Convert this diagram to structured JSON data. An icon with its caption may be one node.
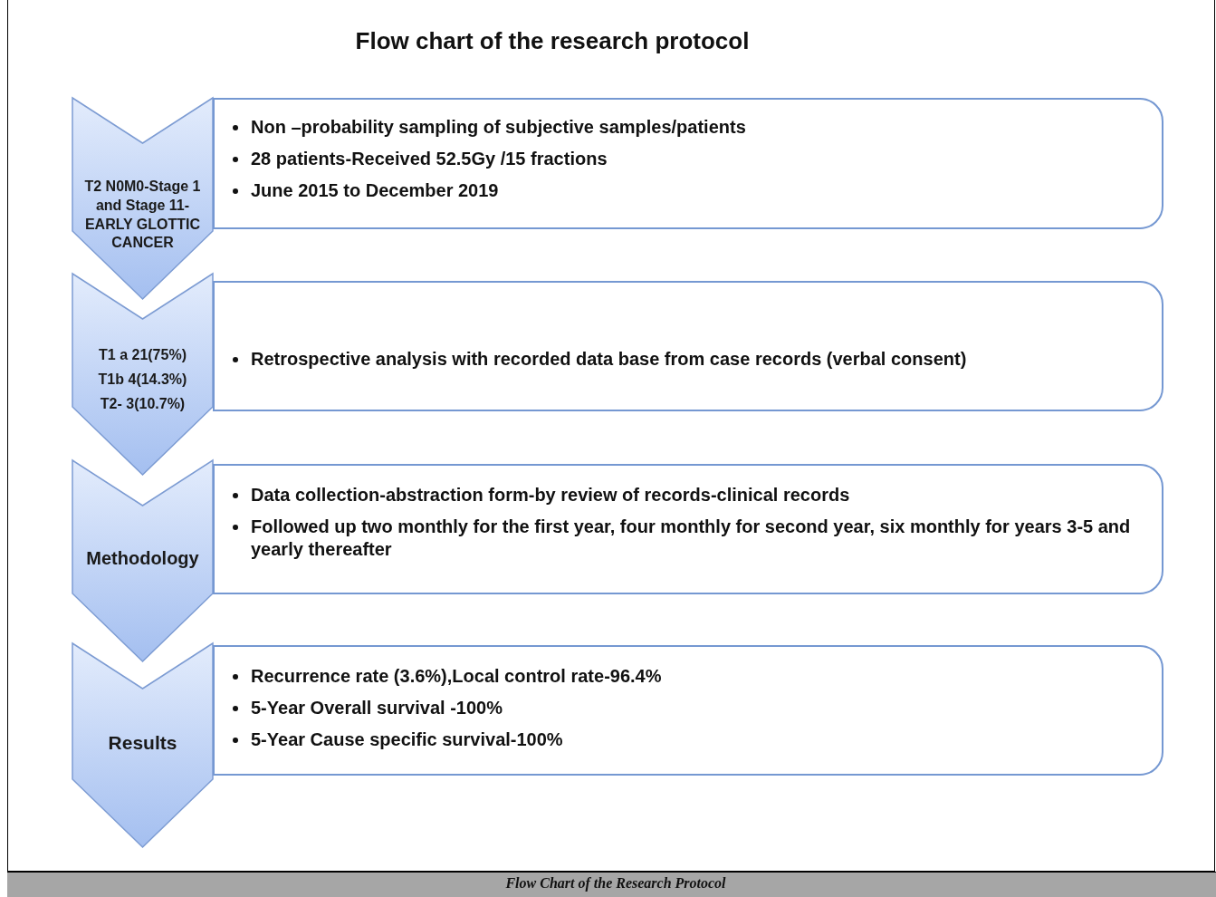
{
  "diagram": {
    "title": "Flow chart of the research protocol",
    "caption": "Flow Chart of the Research Protocol",
    "nodes": [
      {
        "text": [
          "T2 N0M0-Stage 1 and Stage 11- EARLY GLOTTIC CANCER"
        ]
      },
      {
        "text": [
          "Non –probability sampling of subjective samples/patients",
          "28 patients-Received 52.5Gy /15 fractions",
          "June 2015 to December 2019"
        ]
      },
      {
        "text": [
          "T1 a 21(75%)",
          "T1b 4(14.3%)",
          "T2- 3(10.7%)"
        ]
      },
      {
        "text": [
          "Retrospective analysis with recorded data base from case records (verbal consent)"
        ]
      },
      {
        "text": [
          "Methodology"
        ]
      },
      {
        "text": [
          "Data collection-abstraction form-by review of records-clinical records",
          "Followed up two monthly for the first year, four monthly for second year, six monthly for years 3-5 and yearly thereafter"
        ]
      },
      {
        "text": [
          "Results"
        ]
      },
      {
        "text": [
          "Recurrence rate (3.6%),Local control rate-96.4%",
          "5-Year Overall survival -100%",
          "5-Year Cause specific survival-100%"
        ]
      }
    ]
  }
}
